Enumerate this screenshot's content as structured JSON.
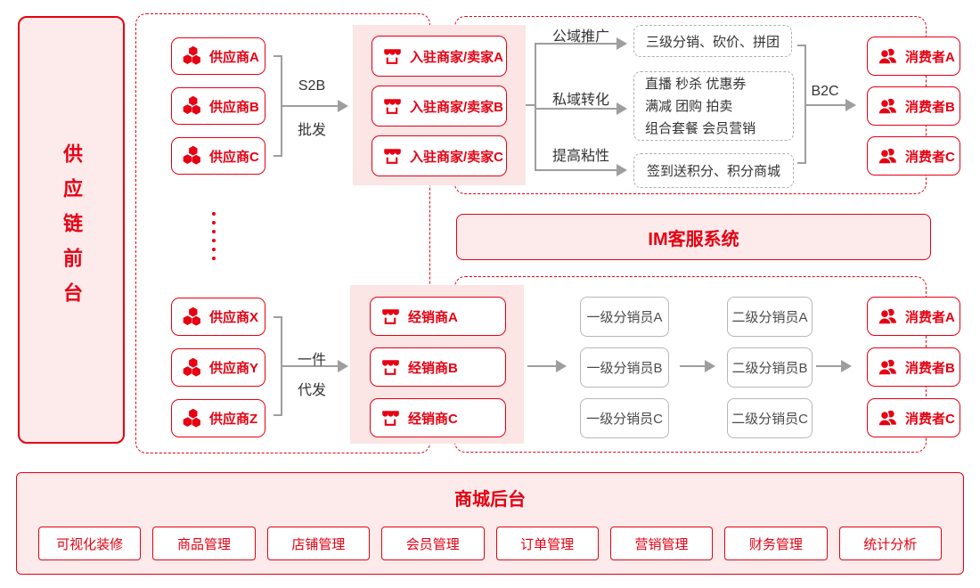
{
  "colors": {
    "red": "#e60012",
    "pink_fill": "#fdebec",
    "container_pink": "#fbe5e5",
    "gray_line": "#9e9e9e",
    "gray_text": "#333333"
  },
  "sidebar": {
    "title": "供应链前台"
  },
  "top_flow": {
    "suppliers": [
      "供应商A",
      "供应商B",
      "供应商C"
    ],
    "bracket_top": "S2B",
    "bracket_bottom": "批发",
    "merchants": [
      "入驻商家/卖家A",
      "入驻商家/卖家B",
      "入驻商家/卖家C"
    ],
    "branches": [
      {
        "label": "公域推广",
        "target": "三级分销、砍价、拼团"
      },
      {
        "label": "私域转化",
        "target_lines": [
          "直播 秒杀 优惠券",
          "满减 团购 拍卖",
          "组合套餐 会员营销"
        ]
      },
      {
        "label": "提高粘性",
        "target": "签到送积分、积分商城"
      }
    ],
    "b2c_label": "B2C",
    "consumers": [
      "消费者A",
      "消费者B",
      "消费者C"
    ]
  },
  "im_bar": {
    "label": "IM客服系统"
  },
  "bottom_flow": {
    "suppliers": [
      "供应商X",
      "供应商Y",
      "供应商Z"
    ],
    "bracket_top": "一件",
    "bracket_bottom": "代发",
    "dealers": [
      "经销商A",
      "经销商B",
      "经销商C"
    ],
    "level1": [
      "一级分销员A",
      "一级分销员B",
      "一级分销员C"
    ],
    "level2": [
      "二级分销员A",
      "二级分销员B",
      "二级分销员C"
    ],
    "consumers": [
      "消费者A",
      "消费者B",
      "消费者C"
    ]
  },
  "backend": {
    "title": "商城后台",
    "buttons": [
      "可视化装修",
      "商品管理",
      "店铺管理",
      "会员管理",
      "订单管理",
      "营销管理",
      "财务管理",
      "统计分析"
    ]
  }
}
